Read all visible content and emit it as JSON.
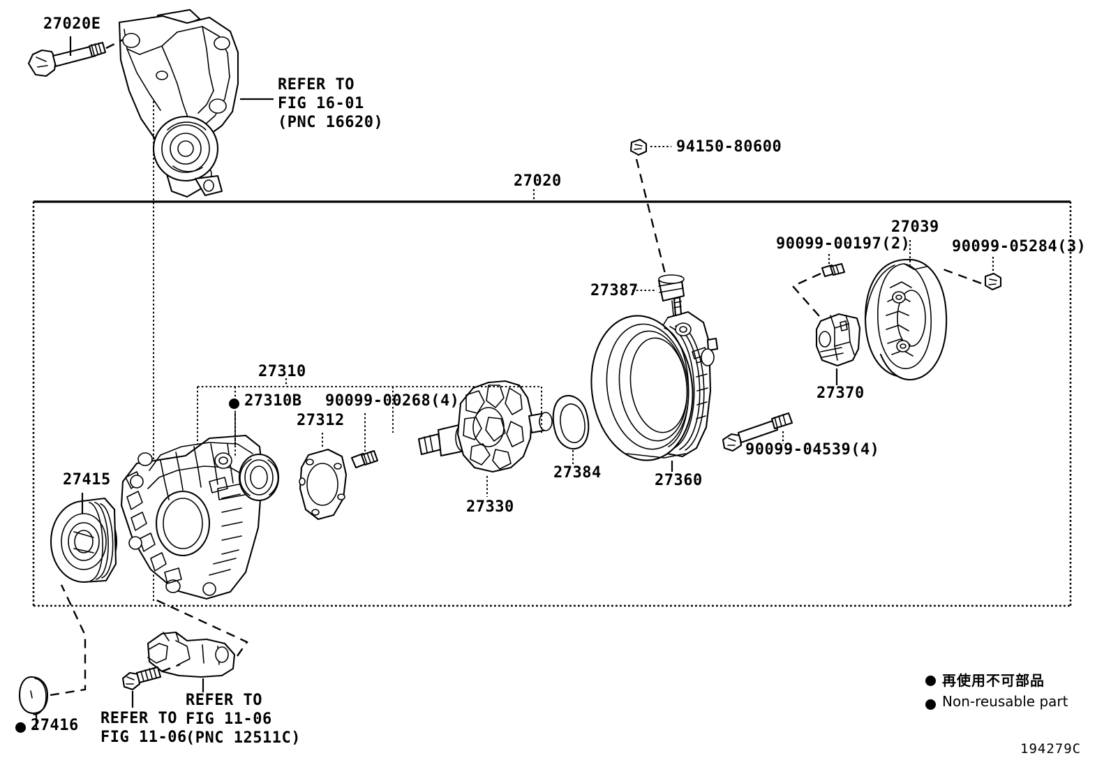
{
  "diagram": {
    "title": "Alternator exploded parts diagram",
    "footer_code": "194279C",
    "group_callout": "27020",
    "legend": {
      "japanese": "再使用不可部品",
      "english": "Non-reusable part"
    }
  },
  "labels": {
    "bolt_27020e": "27020E",
    "refer_fig1601": "REFER TO\nFIG 16-01\n(PNC 16620)",
    "nut_94150": "94150-80600",
    "group_27020": "27020",
    "screw_90099_00197": "90099-00197(2)",
    "cover_27039": "27039",
    "nut_90099_05284": "90099-05284(3)",
    "grommet_27387": "27387",
    "regulator_27370": "27370",
    "bracket_27310": "27310",
    "bearing_27310b": "27310B",
    "screw_90099_00268": "90099-00268(4)",
    "retainer_27312": "27312",
    "rotor_27330": "27330",
    "seal_27384": "27384",
    "stator_27360": "27360",
    "bolt_90099_04539": "90099-04539(4)",
    "pulley_27415": "27415",
    "cap_27416": "27416",
    "refer_fig1106_a": "REFER TO\nFIG 11-06",
    "refer_fig1106_b": "REFER TO\nFIG 11-06\n(PNC 12511C)"
  }
}
